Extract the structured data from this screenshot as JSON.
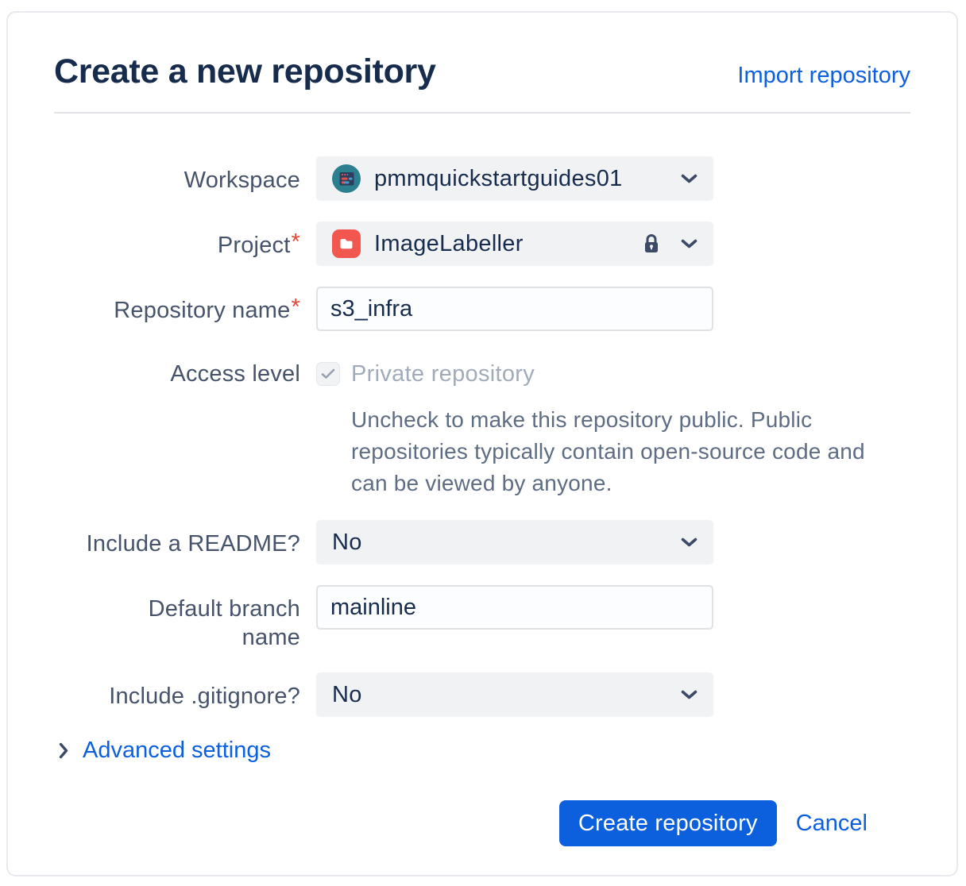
{
  "header": {
    "title": "Create a new repository",
    "import_link": "Import repository"
  },
  "form": {
    "workspace": {
      "label": "Workspace",
      "value": "pmmquickstartguides01"
    },
    "project": {
      "label": "Project",
      "required_mark": "*",
      "value": "ImageLabeller"
    },
    "repository_name": {
      "label": "Repository name",
      "required_mark": "*",
      "value": "s3_infra"
    },
    "access_level": {
      "label": "Access level",
      "checkbox_label": "Private repository",
      "checked": true,
      "help": "Uncheck to make this repository public. Public repositories typically contain open-source code and can be viewed by anyone."
    },
    "include_readme": {
      "label": "Include a README?",
      "value": "No"
    },
    "default_branch": {
      "label": "Default branch name",
      "value": "mainline"
    },
    "include_gitignore": {
      "label": "Include .gitignore?",
      "value": "No"
    }
  },
  "advanced_settings": {
    "label": "Advanced settings"
  },
  "actions": {
    "create_label": "Create repository",
    "cancel_label": "Cancel"
  },
  "icons": {
    "workspace_avatar": "workspace-avatar",
    "project_avatar": "project-folder-icon",
    "lock": "lock-icon",
    "chevron_down": "chevron-down-icon",
    "chevron_right": "chevron-right-icon",
    "check": "check-icon"
  },
  "colors": {
    "accent_blue": "#0C5FDE",
    "button_blue": "#0C60DD",
    "title_navy": "#172B4D",
    "label_gray": "#47536B",
    "help_gray": "#5E6C84",
    "disabled_text": "#A2ABBA",
    "field_bg": "#F1F2F4",
    "required_red": "#E5493A",
    "avatar_teal": "#2B7F8E",
    "project_red": "#F1564F",
    "icon_navy": "#3C4A66"
  }
}
